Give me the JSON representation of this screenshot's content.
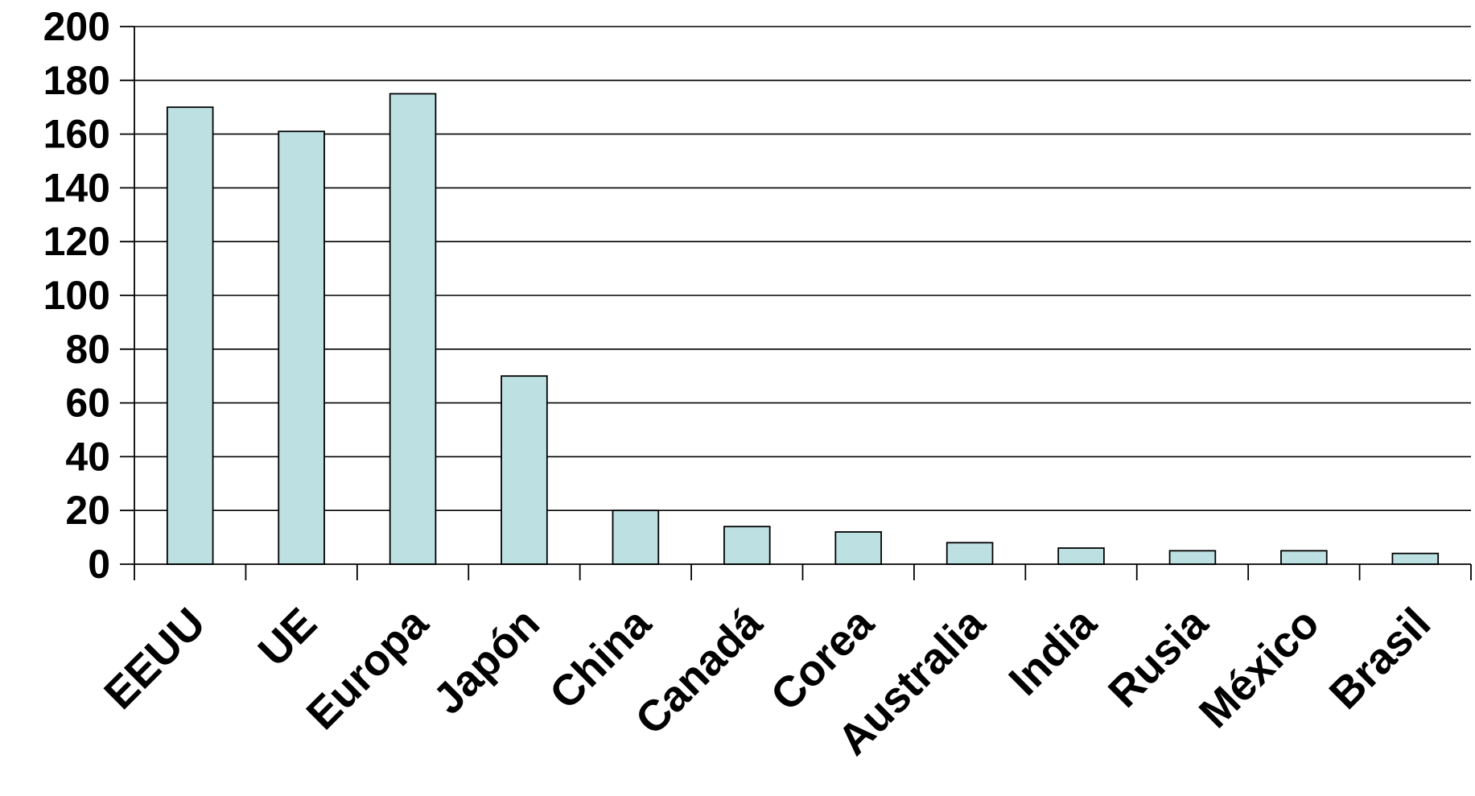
{
  "chart_data": {
    "type": "bar",
    "categories": [
      "EEUU",
      "UE",
      "Europa",
      "Japón",
      "China",
      "Canadá",
      "Corea",
      "Australia",
      "India",
      "Rusia",
      "México",
      "Brasil"
    ],
    "values": [
      170,
      161,
      175,
      70,
      20,
      14,
      12,
      8,
      6,
      5,
      5,
      4
    ],
    "title": "",
    "xlabel": "",
    "ylabel": "",
    "ylim": [
      0,
      200
    ],
    "yticks": [
      0,
      20,
      40,
      60,
      80,
      100,
      120,
      140,
      160,
      180,
      200
    ],
    "grid": true,
    "legend": "none",
    "colors": {
      "bar_fill": "#bde0e2",
      "bar_stroke": "#000000",
      "grid": "#000000",
      "axis": "#000000",
      "text": "#000000"
    }
  }
}
